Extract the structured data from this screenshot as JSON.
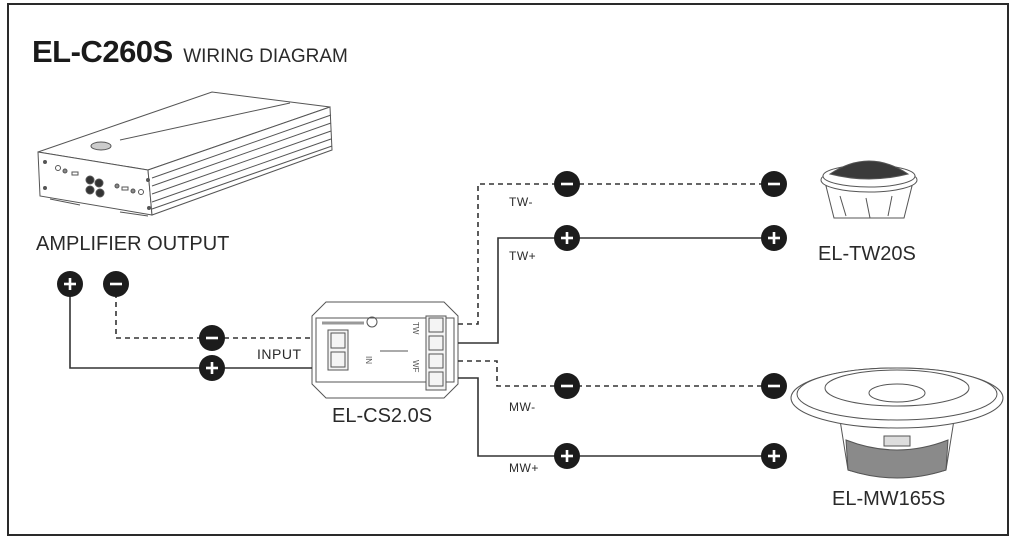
{
  "title": {
    "model": "EL-C260S",
    "subtitle": "WIRING DIAGRAM"
  },
  "components": {
    "amplifier": {
      "label": "AMPLIFIER OUTPUT",
      "icon": "amplifier-icon"
    },
    "crossover": {
      "label": "EL-CS2.0S",
      "icon": "crossover-icon",
      "markings": {
        "in": "IN",
        "tw": "TW",
        "wf": "WF"
      }
    },
    "tweeter": {
      "label": "EL-TW20S",
      "icon": "tweeter-icon"
    },
    "woofer": {
      "label": "EL-MW165S",
      "icon": "woofer-icon"
    }
  },
  "wires": {
    "input": {
      "label": "INPUT"
    },
    "tw_minus": {
      "label": "TW-"
    },
    "tw_plus": {
      "label": "TW+"
    },
    "mw_minus": {
      "label": "MW-"
    },
    "mw_plus": {
      "label": "MW+"
    }
  },
  "terminals": {
    "plus_symbol": "+",
    "minus_symbol": "−"
  },
  "colors": {
    "ink": "#1e1e1e",
    "terminal_fill": "#1c1c1c",
    "terminal_symbol": "#ffffff",
    "line_art": "#555555"
  }
}
